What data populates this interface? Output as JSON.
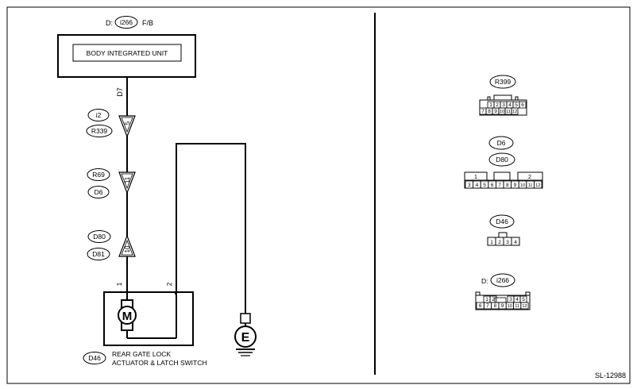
{
  "header": {
    "prefix": "D:",
    "connector": "i266",
    "suffix": "F/B"
  },
  "unit_label": "BODY INTEGRATED UNIT",
  "wire_label": "D7",
  "joints": [
    {
      "top": "i2",
      "bottom": "R339",
      "pin": "5"
    },
    {
      "top": "R69",
      "bottom": "D6",
      "pin": "11"
    },
    {
      "top": "D80",
      "bottom": "D81",
      "pin": "10"
    }
  ],
  "actuator": {
    "pin1": "1",
    "pin2": "2",
    "motor": "M",
    "connector": "D46",
    "label_line1": "REAR GATE LOCK",
    "label_line2": "ACTUATOR & LATCH SWITCH"
  },
  "ground": "E",
  "connectors": {
    "r399": {
      "name": "R399",
      "row1": [
        "1",
        "2",
        "3",
        "4",
        "5",
        "6"
      ],
      "row2": [
        "7",
        "8",
        "9",
        "10",
        "11",
        "12"
      ]
    },
    "d6d80": {
      "name_top": "D6",
      "name_bottom": "D80",
      "top": [
        "1",
        "2"
      ],
      "row": [
        "3",
        "4",
        "5",
        "6",
        "7",
        "8",
        "9",
        "10",
        "11",
        "12"
      ]
    },
    "d46": {
      "name": "D46",
      "pins": [
        "1",
        "2",
        "3",
        "4"
      ]
    },
    "i266": {
      "prefix": "D:",
      "name": "i266",
      "row1": [
        "1",
        "2",
        "3",
        "4",
        "5"
      ],
      "row2": [
        "6",
        "7",
        "8",
        "9",
        "10",
        "11",
        "12"
      ]
    }
  },
  "code": "SL-12988"
}
